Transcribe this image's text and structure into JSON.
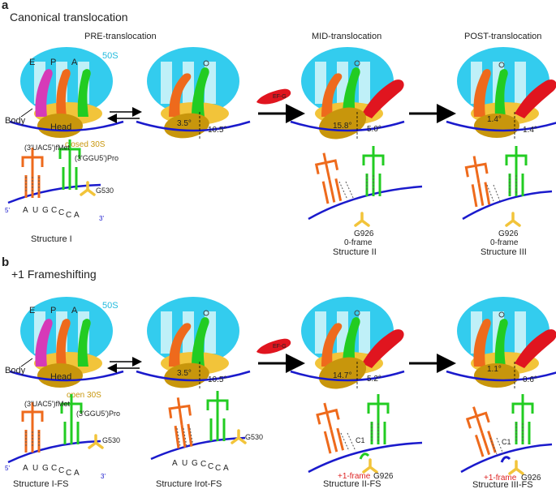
{
  "panel_a": {
    "letter": "a",
    "title": "Canonical translocation",
    "stage_pre": "PRE-translocation",
    "stage_mid": "MID-translocation",
    "stage_post": "POST-translocation",
    "label_50s": "50S",
    "label_e": "E",
    "label_p": "P",
    "label_a": "A",
    "label_head": "Head",
    "label_body": "Body",
    "label_30s": "closed 30S",
    "label_efg": "EF-G",
    "angles": {
      "s1_body": "3.5°",
      "s1_head": "10.5°",
      "s2_body": "15.8°",
      "s2_head": "5.0°",
      "s3_body": "1.4°",
      "s3_head": "1.4°"
    },
    "trna_p_name": "(3'UAC5')fMet",
    "trna_a_name": "(3'GGU5')Pro",
    "g530": "G530",
    "g926": "G926",
    "mrna_seq": [
      "A",
      "U",
      "G",
      "C",
      "C",
      "C",
      "A"
    ],
    "five_prime": "5'",
    "three_prime": "3'",
    "zero_frame": "0-frame",
    "struct_1": "Structure I",
    "struct_2": "Structure II",
    "struct_3": "Structure III"
  },
  "panel_b": {
    "letter": "b",
    "title": "+1 Frameshifting",
    "label_50s": "50S",
    "label_e": "E",
    "label_p": "P",
    "label_a": "A",
    "label_head": "Head",
    "label_body": "Body",
    "label_30s": "open 30S",
    "label_efg": "EF-G",
    "angles": {
      "s1_body": "3.5°",
      "s1_head": "10.5°",
      "s2_body": "14.7°",
      "s2_head": "5.2°",
      "s3_body": "1.1°",
      "s3_head": "0.6°"
    },
    "trna_p_name": "(3'UAC5')fMet",
    "trna_a_name": "(3'GGU5')Pro",
    "g530_a": "G530",
    "g530_b": "G530",
    "g926_a": "G926",
    "g926_b": "G926",
    "c1_a": "C1",
    "c1_b": "C1",
    "mrna_seq": [
      "A",
      "U",
      "G",
      "C",
      "C",
      "C",
      "A"
    ],
    "mrna_seq_rot": [
      "A",
      "U",
      "G",
      "C",
      "C",
      "C",
      "A"
    ],
    "five_prime": "5'",
    "three_prime": "3'",
    "plus1_frame_a": "+1-frame",
    "plus1_frame_b": "+1-frame",
    "struct_1": "Structure I-FS",
    "struct_1rot": "Structure Irot-FS",
    "struct_2": "Structure II-FS",
    "struct_3": "Structure III-FS"
  },
  "colors": {
    "ribosome_50s": "#33ccee",
    "head_30s": "#c8960c",
    "body_30s": "#f2c43a",
    "trna_e": "#d63ab8",
    "trna_p": "#ee6a1c",
    "trna_a": "#22cc22",
    "efg": "#e0151f",
    "mrna": "#1a1acc",
    "g_residue": "#f2c43a",
    "frame_red": "#dd2222"
  }
}
